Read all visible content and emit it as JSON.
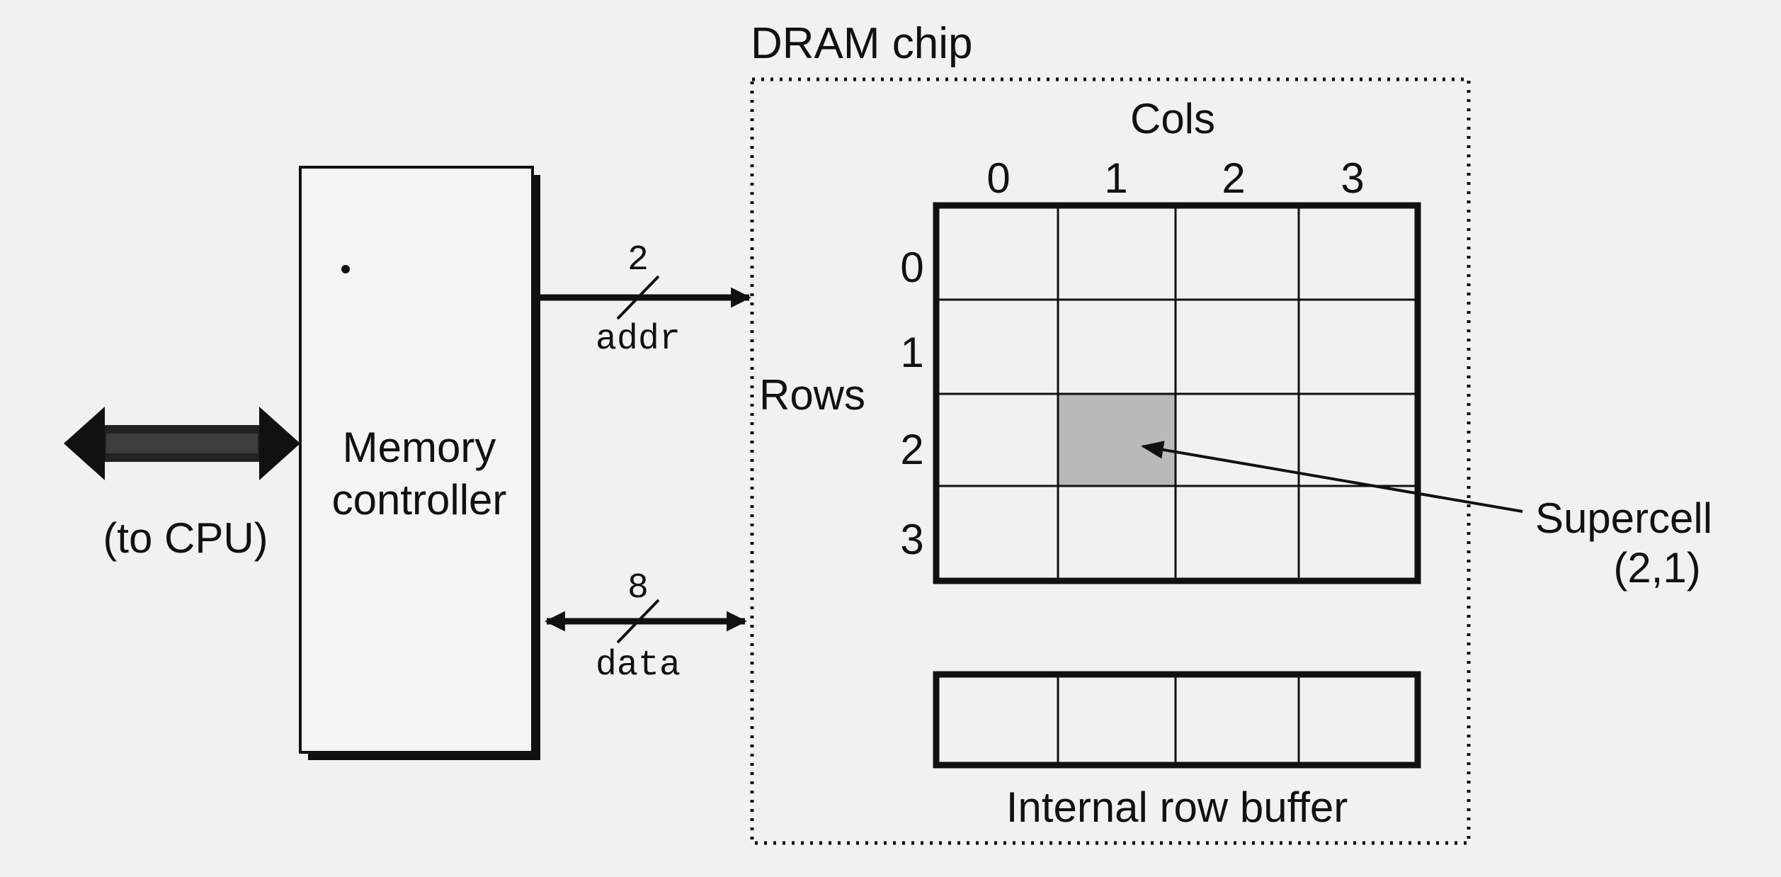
{
  "chip": {
    "title": "DRAM chip"
  },
  "controller": {
    "line1": "Memory",
    "line2": "controller"
  },
  "cpu": {
    "label": "(to CPU)"
  },
  "addr_bus": {
    "width": "2",
    "name": "addr"
  },
  "data_bus": {
    "width": "8",
    "name": "data"
  },
  "grid": {
    "cols_label": "Cols",
    "rows_label": "Rows",
    "col_indices": [
      "0",
      "1",
      "2",
      "3"
    ],
    "row_indices": [
      "0",
      "1",
      "2",
      "3"
    ],
    "highlighted_cell": {
      "row": 2,
      "col": 1
    }
  },
  "supercell": {
    "line1": "Supercell",
    "line2": "(2,1)"
  },
  "row_buffer": {
    "label": "Internal row buffer"
  },
  "colors": {
    "ink": "#111111",
    "background": "#f1f1f1",
    "shaded_cell": "#b9b9b9"
  }
}
